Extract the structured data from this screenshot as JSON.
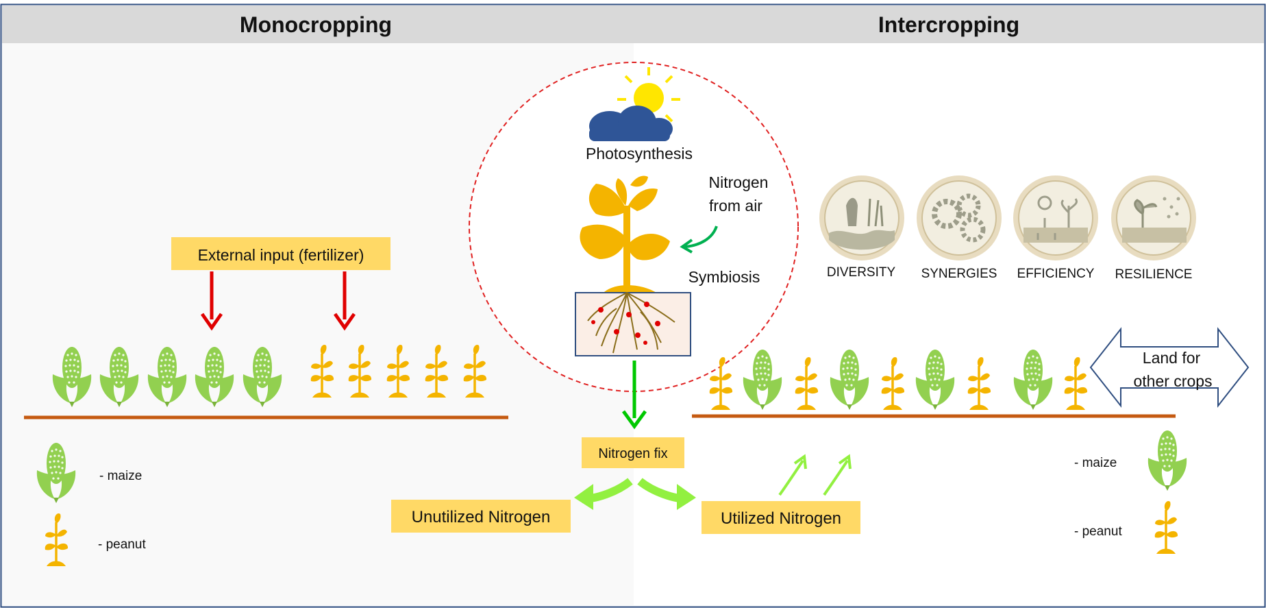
{
  "headers": {
    "left": "Monocropping",
    "right": "Intercropping"
  },
  "center": {
    "photosynthesis": "Photosynthesis",
    "nitrogen_air_line1": "Nitrogen",
    "nitrogen_air_line2": "from air",
    "symbiosis": "Symbiosis",
    "nitrogen_fix": "Nitrogen fix"
  },
  "left": {
    "external_input": "External input (fertilizer)",
    "unutilized": "Unutilized Nitrogen",
    "legend_maize": "- maize",
    "legend_peanut": "- peanut"
  },
  "right": {
    "utilized": "Utilized Nitrogen",
    "land_line1": "Land for",
    "land_line2": "other crops",
    "legend_maize": "- maize",
    "legend_peanut": "- peanut",
    "principles": [
      {
        "label": "DIVERSITY",
        "icon": "diversity-icon"
      },
      {
        "label": "SYNERGIES",
        "icon": "synergies-icon"
      },
      {
        "label": "EFFICIENCY",
        "icon": "efficiency-icon"
      },
      {
        "label": "RESILIENCE",
        "icon": "resilience-icon"
      }
    ]
  },
  "colors": {
    "header_bg": "#d9d9d9",
    "label_box": "#ffd966",
    "soil_line": "#c55a11",
    "maize_green": "#92d050",
    "peanut_orange": "#f4b400",
    "fertilizer_arrow": "#e00000",
    "fix_arrow": "#00c800",
    "flow_arrow": "#92f040",
    "border": "#2f4e80",
    "circle_dash": "#e02020",
    "cloud": "#2f5597",
    "sun": "#ffe600"
  }
}
